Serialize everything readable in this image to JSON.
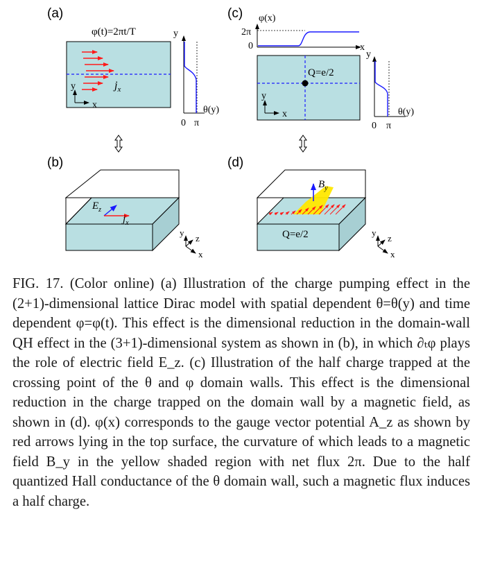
{
  "figure": {
    "panel_labels": [
      "(a)",
      "(b)",
      "(c)",
      "(d)"
    ],
    "a": {
      "phi_label": "φ(t)=2πt/T",
      "y_label": "y",
      "x_label": "x",
      "current_label": "j",
      "current_sub": "x",
      "theta_label": "θ(y)",
      "tick_0": "0",
      "tick_pi": "π"
    },
    "b": {
      "field_label": "E",
      "field_sub": "z",
      "current_label": "j",
      "current_sub": "x",
      "axis_y": "y",
      "axis_z": "z",
      "axis_x": "x"
    },
    "c": {
      "phi_label": "φ(x)",
      "tick_2pi": "2π",
      "tick_0": "0",
      "x_label": "x",
      "y_label": "y",
      "charge_label": "Q=e/2",
      "theta_label": "θ(y)",
      "tick_0b": "0",
      "tick_pi": "π"
    },
    "d": {
      "field_label": "B",
      "field_sub": "y",
      "charge_label": "Q=e/2",
      "axis_y": "y",
      "axis_z": "z",
      "axis_x": "x"
    },
    "colors": {
      "slab": "#b9dfe2",
      "slab_side": "#a7cfd3",
      "blue": "#1a1aff",
      "red": "#ff1a1a",
      "yellow": "#ffe800"
    }
  },
  "caption": {
    "label": "FIG. 17.",
    "text": " (Color online) (a) Illustration of the charge pumping effect in the (2+1)-dimensional lattice Dirac model with spatial dependent θ=θ(y) and time dependent φ=φ(t). This effect is the dimensional reduction in the domain-wall QH effect in the (3+1)-dimensional system as shown in (b), in which ∂ₜφ plays the role of electric field E_z. (c) Illustration of the half charge trapped at the crossing point of the θ and φ domain walls. This effect is the dimensional reduction in the charge trapped on the domain wall by a magnetic field, as shown in (d). φ(x) corresponds to the gauge vector potential A_z as shown by red arrows lying in the top surface, the curvature of which leads to a magnetic field B_y in the yellow shaded region with net flux 2π. Due to the half quantized Hall conductance of the θ domain wall, such a magnetic flux induces a half charge."
  }
}
